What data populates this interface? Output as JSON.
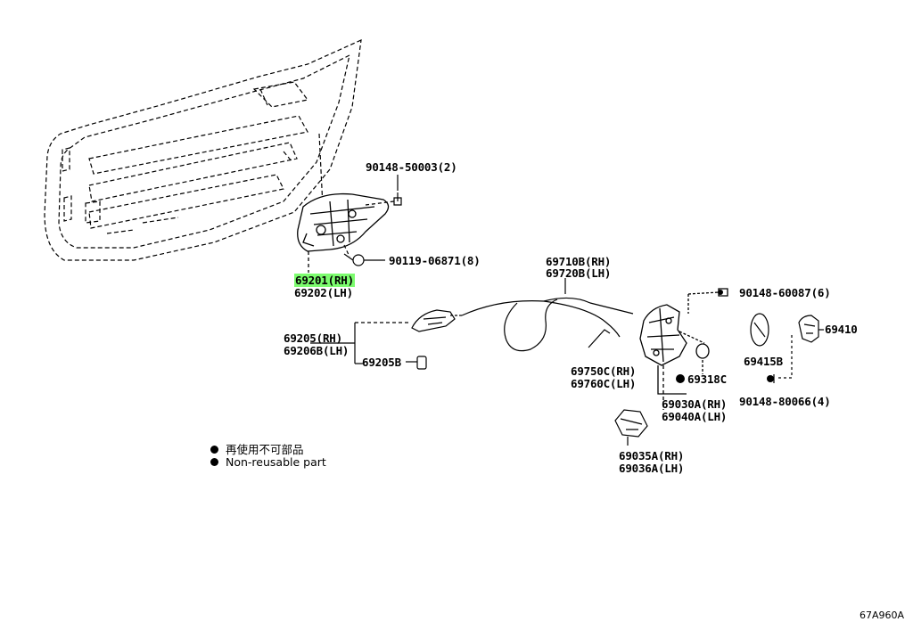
{
  "labels": {
    "bolt_upper": "90148-50003(2)",
    "bolt_lower": "90119-06871(8)",
    "outside_handle_rh": "69201(RH)",
    "outside_handle_lh": "69202(LH)",
    "inside_handle_rh": "69205(RH)",
    "inside_handle_lh": "69206B(LH)",
    "inside_handle_sub": "69205B",
    "cable_rh": "69710B(RH)",
    "cable_lh": "69720B(LH)",
    "rod_rh": "69750C(RH)",
    "rod_lh": "69760C(LH)",
    "screw_lock": "90148-60087(6)",
    "striker": "69410",
    "cover": "69415B",
    "screw_striker": "90148-80066(4)",
    "seal": "69318C",
    "lock_rh": "69030A(RH)",
    "lock_lh": "69040A(LH)",
    "motor_rh": "69035A(RH)",
    "motor_lh": "69036A(LH)"
  },
  "legend": {
    "jp": "再使用不可部品",
    "en": "Non-reusable part"
  },
  "diagram_code": "67A960A",
  "highlight_color": "#7CFC6E"
}
